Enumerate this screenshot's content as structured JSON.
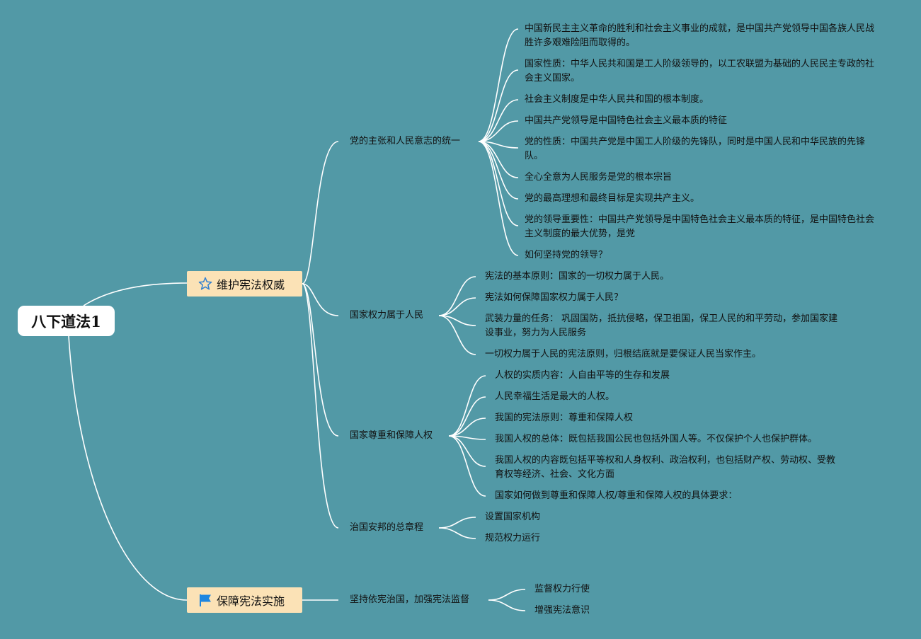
{
  "root": {
    "title": "八下道法1"
  },
  "branches": [
    {
      "label": "维护宪法权威",
      "icon": "star-icon",
      "subtopics": [
        {
          "label": "党的主张和人民意志的统一",
          "items": [
            "中国新民主主义革命的胜利和社会主义事业的成就，是中国共产党领导中国各族人民战胜许多艰难险阻而取得的。",
            "国家性质：中华人民共和国是工人阶级领导的，以工农联盟为基础的人民民主专政的社会主义国家。",
            "社会主义制度是中华人民共和国的根本制度。",
            "中国共产党领导是中国特色社会主义最本质的特征",
            "党的性质：中国共产党是中国工人阶级的先锋队，同时是中国人民和中华民族的先锋队。",
            "全心全意为人民服务是党的根本宗旨",
            "党的最高理想和最终目标是实现共产主义。",
            "党的领导重要性：中国共产党领导是中国特色社会主义最本质的特征，是中国特色社会主义制度的最大优势，是党",
            "如何坚持党的领导？"
          ]
        },
        {
          "label": "国家权力属于人民",
          "items": [
            "宪法的基本原则：国家的一切权力属于人民。",
            "宪法如何保障国家权力属于人民？",
            "武装力量的任务： 巩固国防，抵抗侵略，保卫祖国，保卫人民的和平劳动，参加国家建设事业，努力为人民服务",
            "一切权力属于人民的宪法原则，归根结底就是要保证人民当家作主。"
          ]
        },
        {
          "label": "国家尊重和保障人权",
          "items": [
            "人权的实质内容：人自由平等的生存和发展",
            "人民幸福生活是最大的人权。",
            "我国的宪法原则：尊重和保障人权",
            "我国人权的总体：既包括我国公民也包括外国人等。不仅保护个人也保护群体。",
            "我国人权的内容既包括平等权和人身权利、政治权利，也包括财产权、劳动权、受教育权等经济、社会、文化方面",
            "国家如何做到尊重和保障人权/尊重和保障人权的具体要求："
          ]
        },
        {
          "label": "治国安邦的总章程",
          "items": [
            "设置国家机构",
            "规范权力运行"
          ]
        }
      ]
    },
    {
      "label": "保障宪法实施",
      "icon": "flag-icon",
      "subtopics": [
        {
          "label": "坚持依宪治国，加强宪法监督",
          "items": [
            "监督权力行使",
            "增强宪法意识"
          ]
        }
      ]
    }
  ],
  "colors": {
    "background": "#5299a6",
    "main_topic_fill": "#fbe2b6",
    "connector": "#ffffff",
    "star": "#2f7fd1",
    "flag": "#1e86e0"
  }
}
